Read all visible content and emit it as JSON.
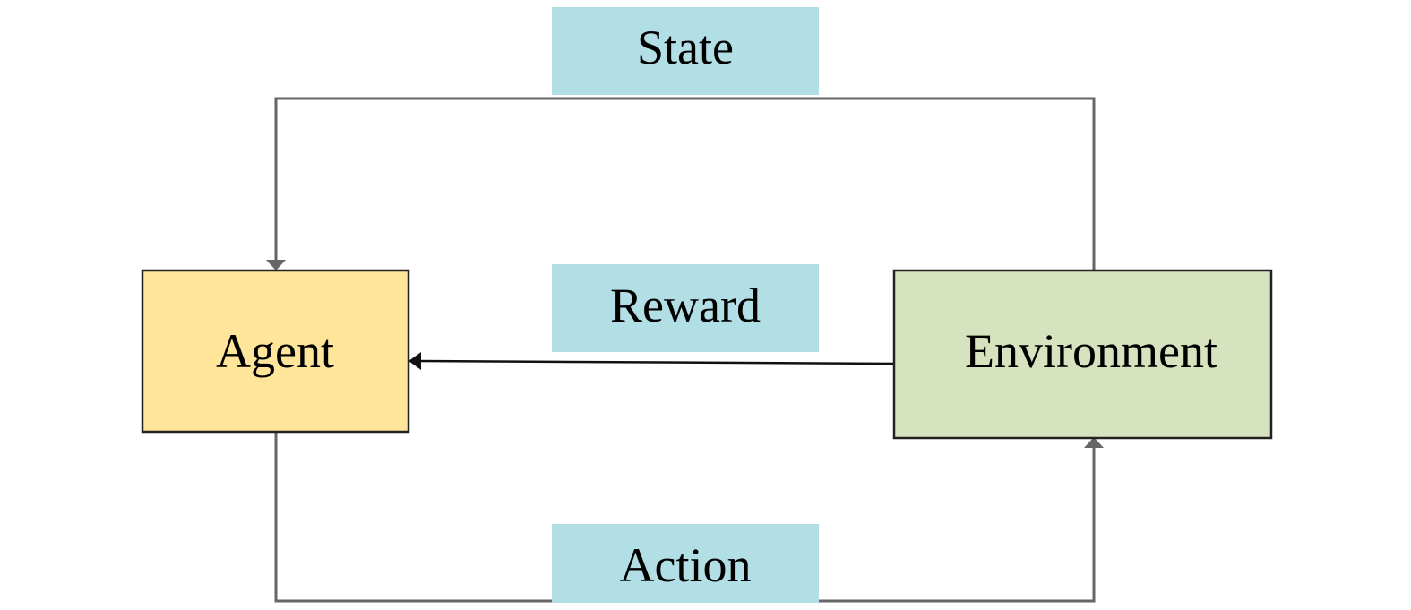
{
  "nodes": {
    "agent": {
      "label": "Agent",
      "fill": "#ffe59a",
      "stroke": "#222222"
    },
    "environment": {
      "label": "Environment",
      "fill": "#d7e3be",
      "stroke": "#222222"
    }
  },
  "edges": {
    "state": {
      "label": "State",
      "from": "environment",
      "to": "agent"
    },
    "reward": {
      "label": "Reward",
      "from": "environment",
      "to": "agent"
    },
    "action": {
      "label": "Action",
      "from": "agent",
      "to": "environment"
    }
  },
  "colors": {
    "label_box": "#b1dfe5",
    "connector": "#666666",
    "reward_line": "#111111"
  }
}
